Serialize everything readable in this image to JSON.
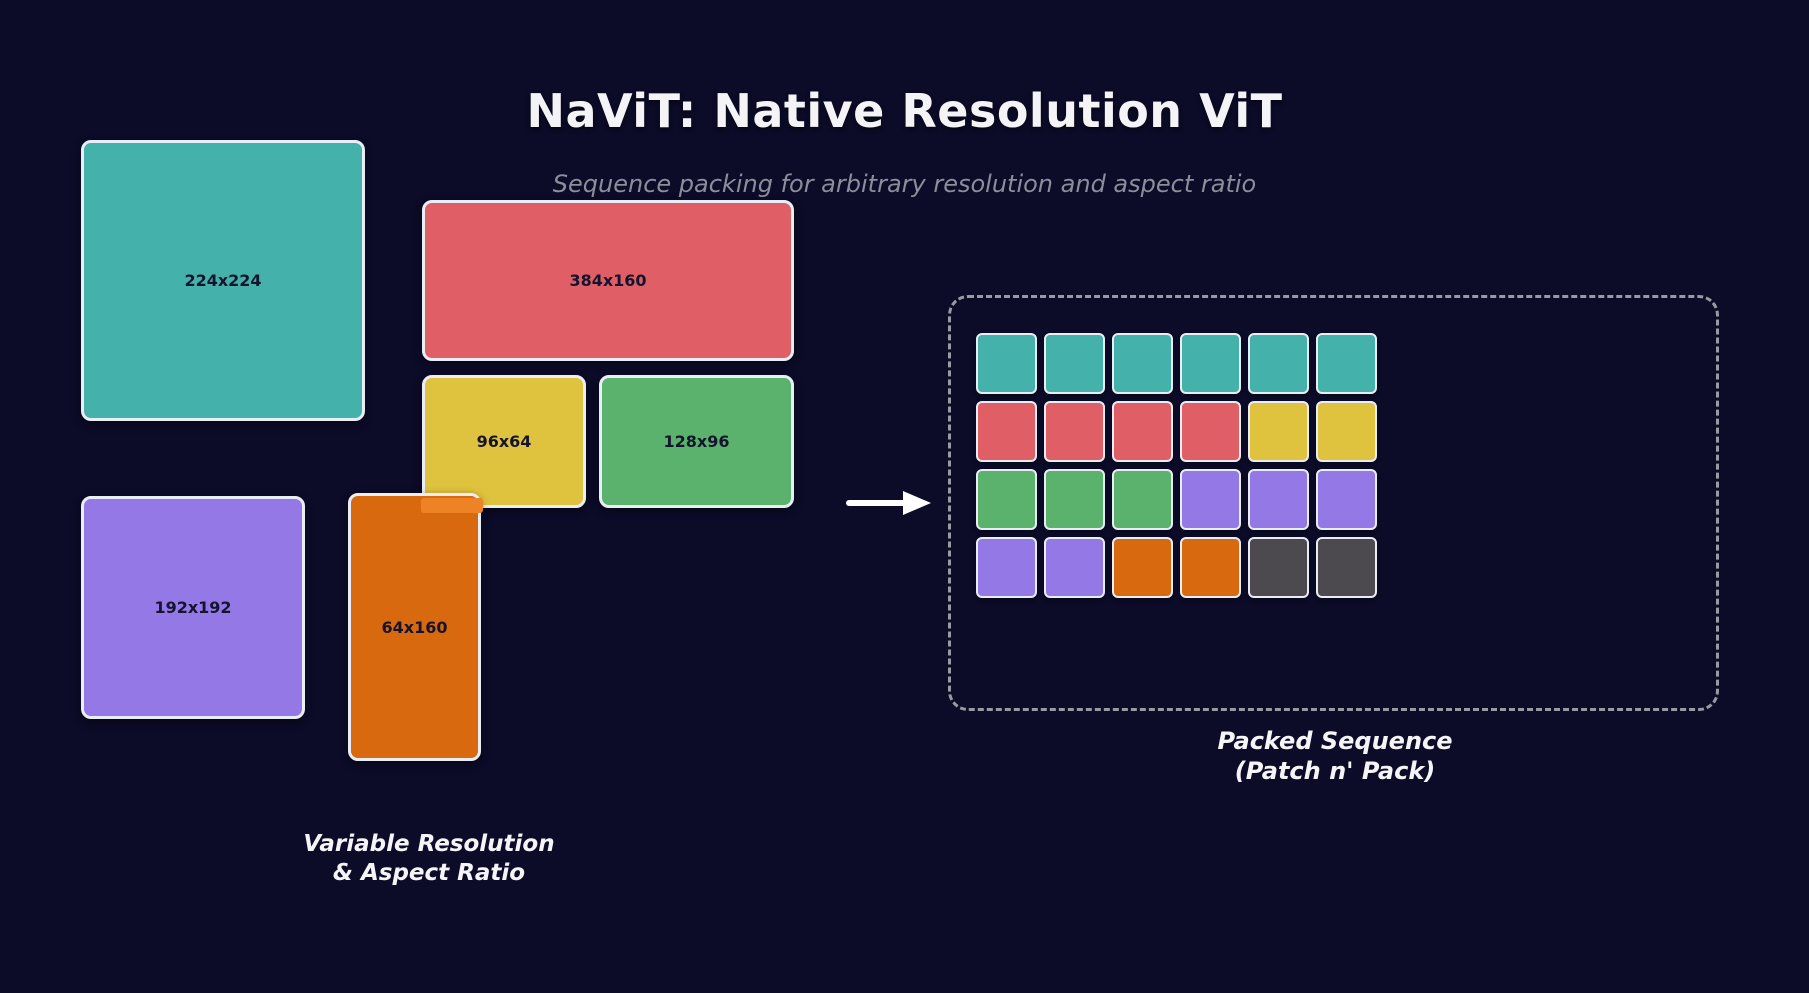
{
  "header": {
    "title": "NaViT: Native Resolution ViT",
    "subtitle": "Sequence packing for arbitrary resolution and aspect ratio"
  },
  "images": [
    {
      "label": "224x224",
      "bg": "#45b1ab"
    },
    {
      "label": "384x160",
      "bg": "#e05f66"
    },
    {
      "label": "96x64",
      "bg": "#dfc23e"
    },
    {
      "label": "128x96",
      "bg": "#5bb26c"
    },
    {
      "label": "192x192",
      "bg": "#9478e5"
    },
    {
      "label": "64x160",
      "bg": "#d8690f"
    }
  ],
  "left_caption": {
    "line1": "Variable Resolution",
    "line2": "& Aspect Ratio"
  },
  "right_caption": {
    "line1": "Packed Sequence",
    "line2": "(Patch n' Pack)"
  },
  "packed_grid": {
    "cols": 6,
    "rows": 4,
    "cells": [
      "teal",
      "teal",
      "teal",
      "teal",
      "teal",
      "teal",
      "red",
      "red",
      "red",
      "red",
      "yellow",
      "yellow",
      "green",
      "green",
      "green",
      "purple",
      "purple",
      "purple",
      "purple",
      "purple",
      "orange",
      "orange",
      "gray",
      "gray"
    ]
  },
  "colors": {
    "teal": "#45b1ab",
    "red": "#e05f66",
    "yellow": "#dfc23e",
    "green": "#5bb26c",
    "purple": "#9478e5",
    "orange": "#d8690f",
    "gray": "#4c4a4f",
    "background": "#0c0b28",
    "card_border": "#e9eef6",
    "dashed_border": "#9a9aa5",
    "title_text": "#f4f4f7",
    "subtitle_text": "#8d8d9b",
    "size_label_text": "#15142f",
    "arrow": "#ffffff"
  }
}
